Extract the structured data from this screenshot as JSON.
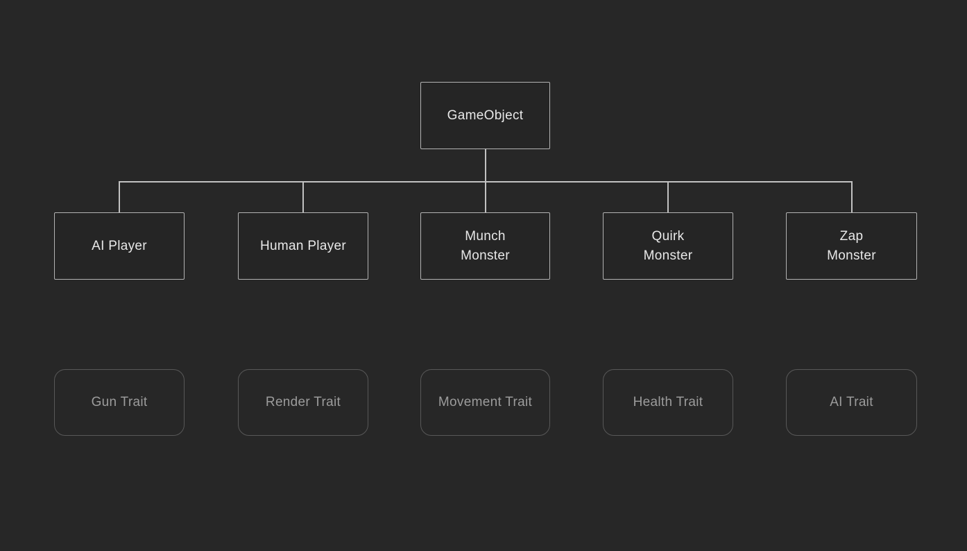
{
  "diagram": {
    "root": {
      "label": "GameObject"
    },
    "children": [
      {
        "label": "AI Player"
      },
      {
        "label": "Human Player"
      },
      {
        "label": "Munch\nMonster"
      },
      {
        "label": "Quirk\nMonster"
      },
      {
        "label": "Zap\nMonster"
      }
    ],
    "traits": [
      {
        "label": "Gun Trait"
      },
      {
        "label": "Render Trait"
      },
      {
        "label": "Movement Trait"
      },
      {
        "label": "Health Trait"
      },
      {
        "label": "AI Trait"
      }
    ],
    "colors": {
      "background": "#272727",
      "class_node_border": "#b3b3b3",
      "class_node_fill": "#252525",
      "class_node_text": "#e8e8e8",
      "connector": "#c2c2c2",
      "trait_node_border": "#585858",
      "trait_node_text": "#9c9c9c"
    }
  }
}
